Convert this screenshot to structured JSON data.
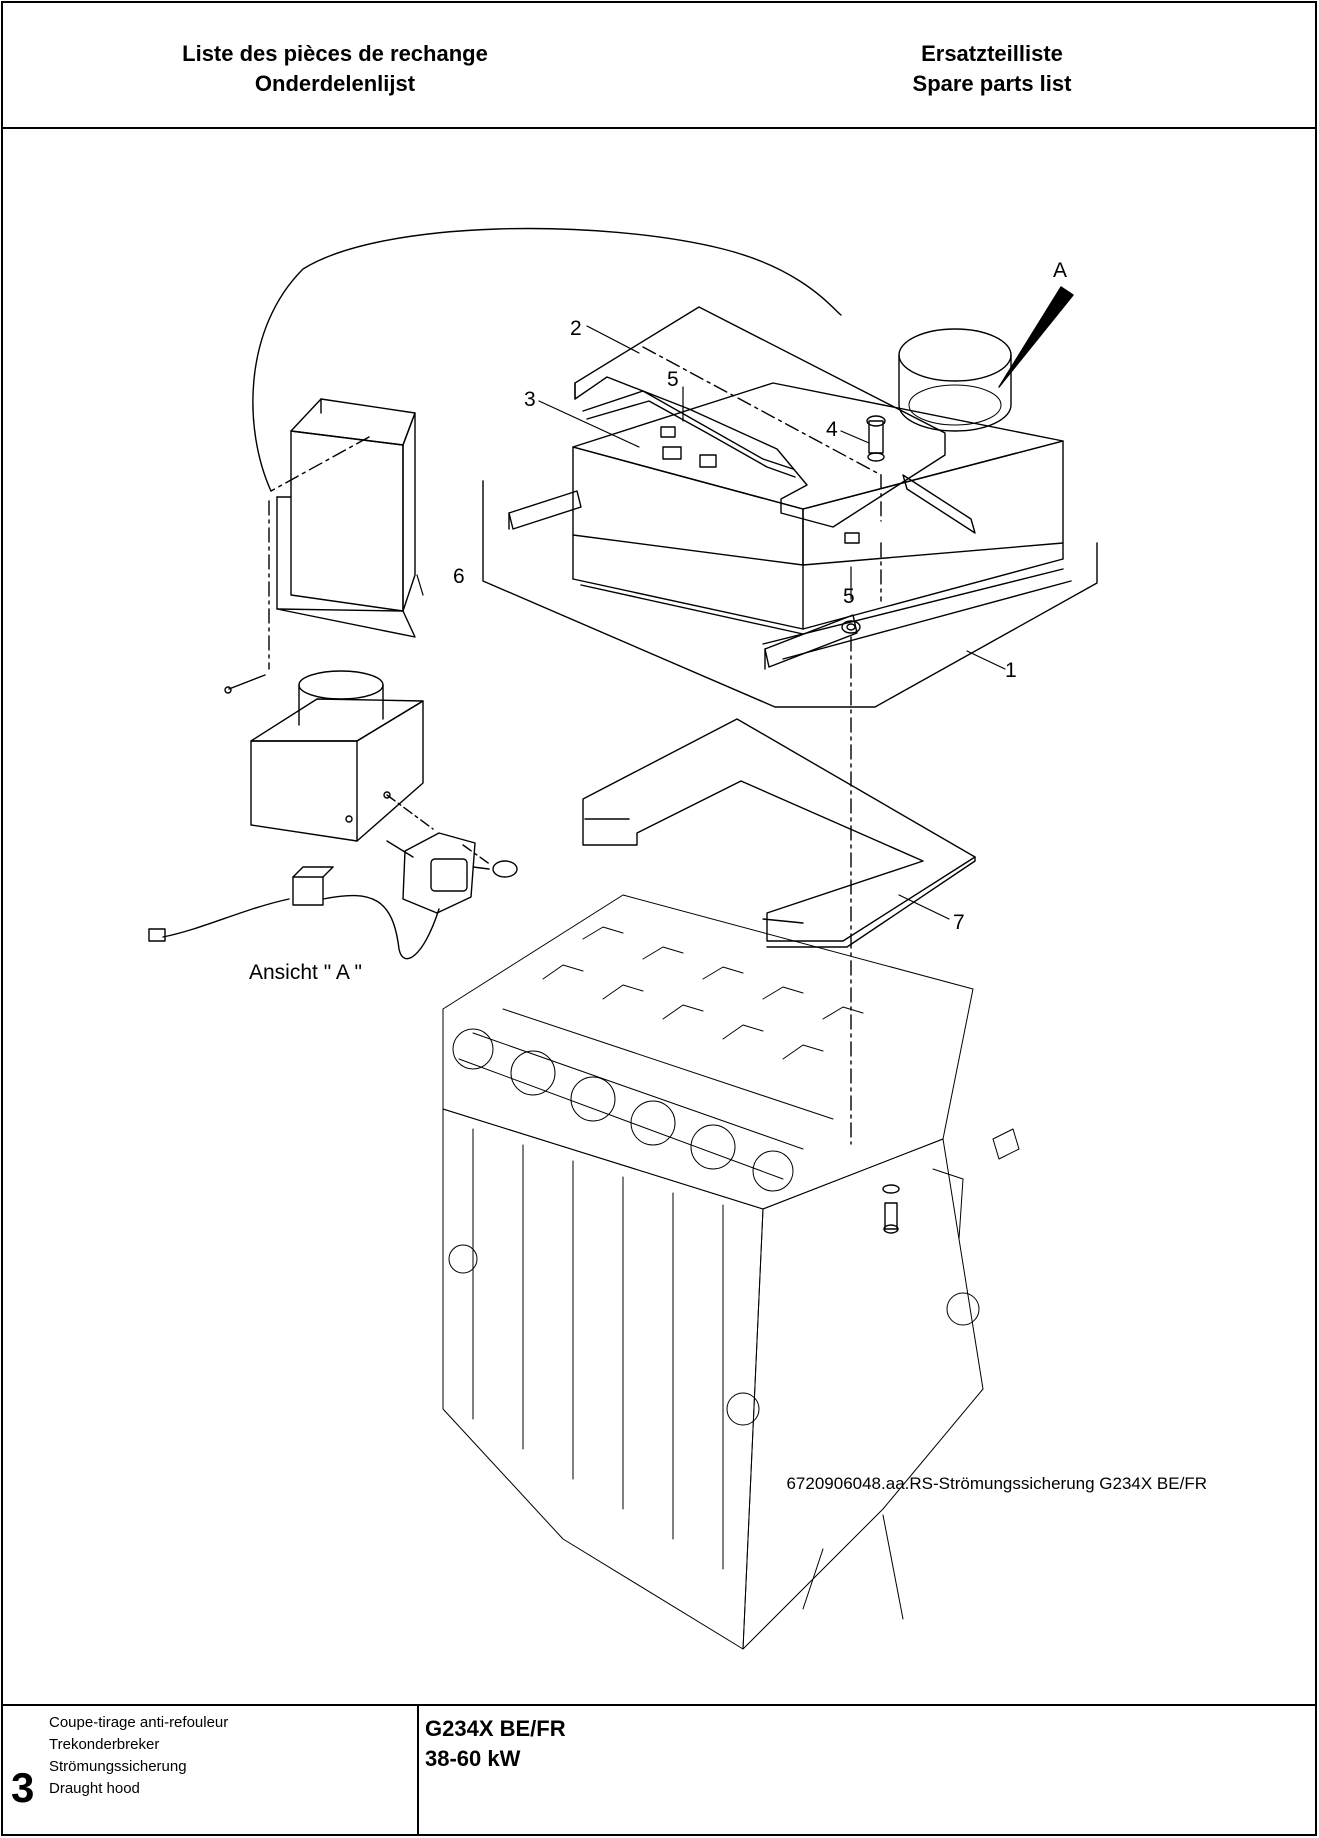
{
  "header": {
    "left_line1": "Liste des pièces de rechange",
    "left_line2": "Onderdelenlijst",
    "right_line1": "Ersatzteilliste",
    "right_line2": "Spare parts list"
  },
  "drawing": {
    "callouts": {
      "c1": "1",
      "c2": "2",
      "c3": "3",
      "c4": "4",
      "c5a": "5",
      "c5b": "5",
      "c6": "6",
      "c7": "7",
      "view_marker": "A"
    },
    "view_label": "Ansicht \" A \"",
    "caption": "6720906048.aa.RS-Strömungssicherung G234X BE/FR"
  },
  "footer": {
    "page_number": "3",
    "names": [
      "Coupe-tirage anti-refouleur",
      "Trekonderbreker",
      "Strömungssicherung",
      "Draught hood"
    ],
    "model_line1": "G234X BE/FR",
    "model_line2": "38-60 kW"
  }
}
